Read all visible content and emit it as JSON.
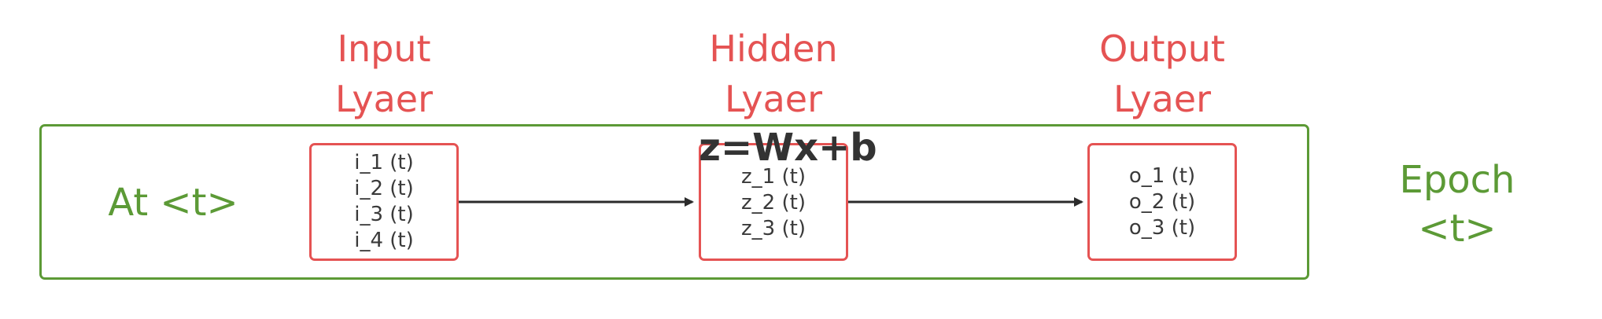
{
  "layers": {
    "input": {
      "line1": "Input",
      "line2": "Lyaer"
    },
    "hidden": {
      "line1": "Hidden",
      "line2": "Lyaer"
    },
    "output": {
      "line1": "Output",
      "line2": "Lyaer"
    }
  },
  "frame_label": "At <t>",
  "side_label": {
    "line1": "Epoch",
    "line2": "<t>"
  },
  "formula": "z=Wx+b",
  "nodes": {
    "input": [
      "i_1 (t)",
      "i_2 (t)",
      "i_3 (t)",
      "i_4 (t)"
    ],
    "hidden": [
      "z_1 (t)",
      "z_2 (t)",
      "z_3 (t)"
    ],
    "output": [
      "o_1 (t)",
      "o_2 (t)",
      "o_3 (t)"
    ]
  },
  "colors": {
    "layer_title": "#e55353",
    "node_border": "#e55353",
    "frame": "#5c9a36",
    "arrow": "#2b2b2b",
    "text": "#3a3a3a"
  }
}
